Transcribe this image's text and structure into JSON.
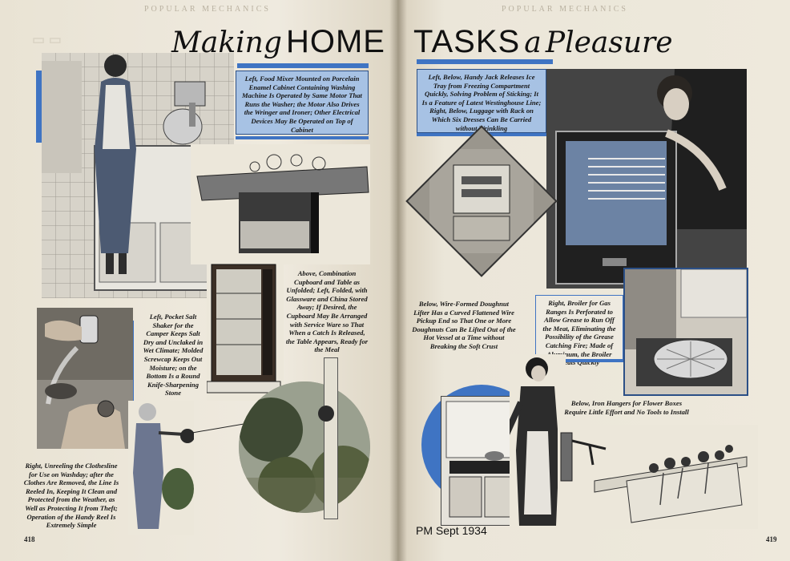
{
  "header": {
    "title_making": "Making",
    "title_home": "HOME",
    "title_tasks": "TASKS",
    "title_a": "a",
    "title_pleasure": "Pleasure",
    "running_head_left": "POPULAR MECHANICS",
    "running_head_right": "POPULAR MECHANICS"
  },
  "left_page": {
    "captions": {
      "food_mixer": "Left, Food Mixer Mounted on Porcelain Enamel Cabinet Containing Washing Machine Is Operated by Same Motor That Runs the Washer; the Motor Also Drives the Wringer and Ironer; Other Electrical Devices May Be Operated on Top of Cabinet",
      "cupboard": "Above, Combination Cupboard and Table as Unfolded; Left, Folded, with Glassware and China Stored Away; If Desired, the Cupboard May Be Arranged with Service Ware so That When a Catch Is Released, the Table Appears, Ready for the Meal",
      "salt_shaker": "Left, Pocket Salt Shaker for the Camper Keeps Salt Dry and Unclaked in Wet Climate; Molded Screwcap Keeps Out Moisture; on the Bottom Is a Round Knife-Sharpening Stone",
      "clothesline": "Right, Unreeling the Clothesline for Use on Washday; after the Clothes Are Removed, the Line Is Reeled In, Keeping It Clean and Protected from the Weather, as Well as Protecting It from Theft; Operation of the Handy Reel Is Extremely Simple"
    },
    "page_number": "418"
  },
  "right_page": {
    "captions": {
      "ice_tray": "Left, Below, Handy Jack Releases Ice Tray from Freezing Compartment Quickly, Solving Problem of Sticking; It Is a Feature of Latest Westinghouse Line; Right, Below, Luggage with Rack on Which Six Dresses Can Be Carried without Wrinkling",
      "doughnut": "Below, Wire-Formed Doughnut Lifter Has a Curved Flattened Wire Pickup End so That One or More Doughnuts Can Be Lifted Out of the Hot Vessel at a Time without Breaking the Soft Crust",
      "broiler": "Right, Broiler for Gas Ranges Is Perforated to Allow Grease to Run Off the Meat, Eliminating the Possibility of the Grease Catching Fire; Made of Aluminum, the Broiler Heats Quickly",
      "hangers": "Below, Iron Hangers for Flower Boxes Require Little Effort and No Tools to Install"
    },
    "source_tag": "PM Sept 1934",
    "page_number": "419"
  },
  "colors": {
    "accent_blue": "#3f74c3",
    "caption_box": "#a7c2e4",
    "paper": "#ece7da"
  }
}
